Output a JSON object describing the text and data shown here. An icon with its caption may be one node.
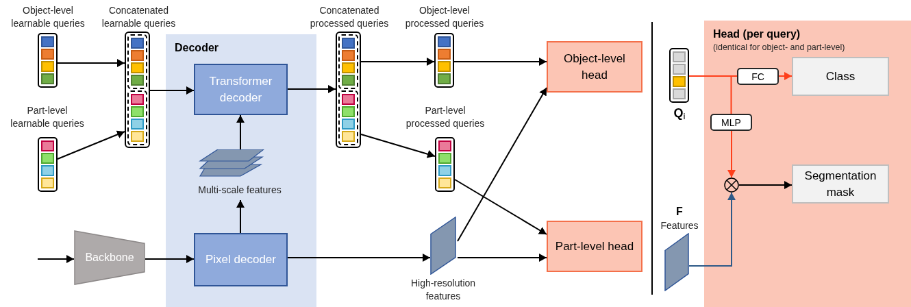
{
  "diagram": {
    "nodes": [
      {
        "text": [
          "Object-level learnable queries"
        ]
      },
      {
        "text": [
          "Concatenated learnable queries"
        ]
      },
      {
        "text": [
          "Part-level learnable queries"
        ]
      },
      {
        "text": [
          "Decoder"
        ]
      },
      {
        "text": [
          "Transformer decoder"
        ],
        "in": 3
      },
      {
        "text": [
          "Multi-scale features"
        ],
        "in": 3
      },
      {
        "text": [
          "Pixel decoder"
        ],
        "in": 3
      },
      {
        "text": [
          "Backbone"
        ]
      },
      {
        "text": [
          "Concatenated processed queries"
        ]
      },
      {
        "text": [
          "Object-level processed queries"
        ]
      },
      {
        "text": [
          "Part-level processed queries"
        ]
      },
      {
        "text": [
          "High-resolution features"
        ]
      },
      {
        "text": [
          "Object-level head"
        ]
      },
      {
        "text": [
          "Part-level head"
        ]
      },
      {
        "text": [
          "Head (per query)",
          "(identical for object- and part-level)"
        ]
      },
      {
        "text": [
          "**Q**$_{i}$"
        ]
      },
      {
        "text": [
          "FC"
        ],
        "in": 14
      },
      {
        "text": [
          "Class"
        ],
        "in": 14
      },
      {
        "text": [
          "MLP"
        ],
        "in": 14
      },
      {
        "text": [],
        "shape": "circle",
        "in": 14
      },
      {
        "text": [
          "Segmentation mask"
        ],
        "in": 14
      },
      {
        "text": [
          "F",
          "Features"
        ]
      }
    ],
    "edges": [
      {
        "from": 0,
        "to": 1,
        "arrow": "to"
      },
      {
        "from": 2,
        "to": 1,
        "arrow": "to"
      },
      {
        "from": 1,
        "to": 4,
        "arrow": "to"
      },
      {
        "from": 5,
        "to": 4,
        "arrow": "to"
      },
      {
        "from": 6,
        "to": 5,
        "arrow": "to"
      },
      {
        "from": 4,
        "to": 8,
        "arrow": "to"
      },
      {
        "from": null,
        "to": 7,
        "arrow": "to"
      },
      {
        "from": 7,
        "to": 6,
        "arrow": "to"
      },
      {
        "from": 6,
        "to": 11,
        "arrow": "to"
      },
      {
        "from": 8,
        "to": 9,
        "arrow": "to"
      },
      {
        "from": 8,
        "to": 10,
        "arrow": "to"
      },
      {
        "from": 9,
        "to": 12,
        "arrow": "to"
      },
      {
        "from": 10,
        "to": 13,
        "arrow": "to"
      },
      {
        "from": 11,
        "to": 12,
        "arrow": "to"
      },
      {
        "from": 11,
        "to": 13,
        "arrow": "to"
      },
      {
        "from": 15,
        "to": 16,
        "arrow": "none",
        "color": "#fe3f1b"
      },
      {
        "from": 15,
        "to": 18,
        "arrow": "none",
        "color": "#fe3f1b"
      },
      {
        "from": 16,
        "to": 17,
        "arrow": "to",
        "color": "#fe3f1b"
      },
      {
        "from": 18,
        "to": 19,
        "arrow": "to",
        "color": "#fe3f1b"
      },
      {
        "from": 21,
        "to": 19,
        "arrow": "to",
        "color": "#2e5a88"
      },
      {
        "from": 19,
        "to": 20,
        "arrow": "to"
      }
    ]
  }
}
